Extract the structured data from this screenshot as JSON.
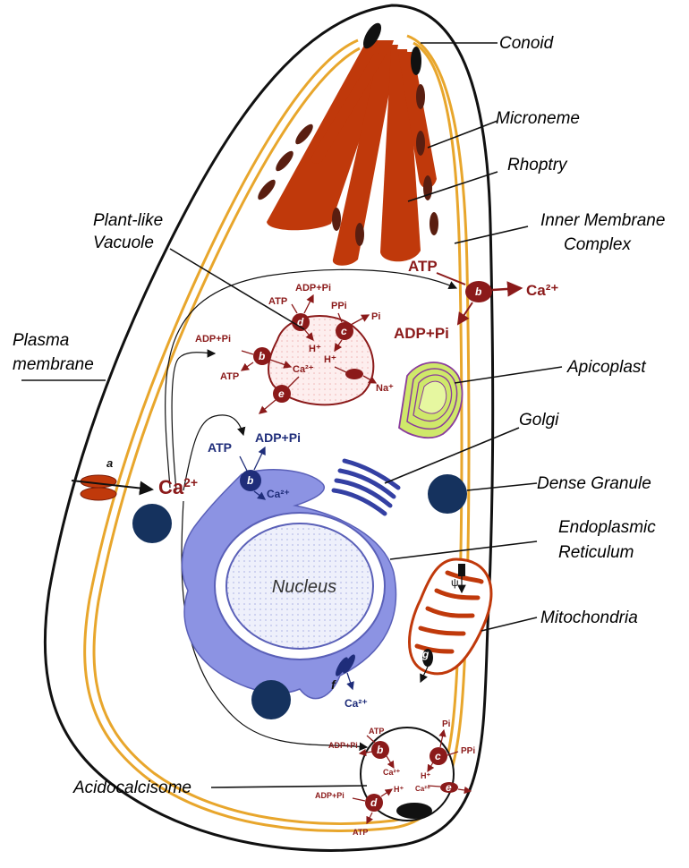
{
  "labels": {
    "conoid": "Conoid",
    "microneme": "Microneme",
    "rhoptry": "Rhoptry",
    "plant_like_1": "Plant-like",
    "plant_like_2": "Vacuole",
    "inner_membrane_1": "Inner Membrane",
    "inner_membrane_2": "Complex",
    "plasma_1": "Plasma",
    "plasma_2": "membrane",
    "apicoplast": "Apicoplast",
    "golgi": "Golgi",
    "dense_granule": "Dense Granule",
    "er_1": "Endoplasmic",
    "er_2": "Reticulum",
    "nucleus": "Nucleus",
    "mitochondria": "Mitochondria",
    "acidocalcisome": "Acidocalcisome"
  },
  "transport": {
    "atp": "ATP",
    "adp_pi": "ADP+Pi",
    "ca": "Ca",
    "ca_exp": "2+",
    "ca2": "Ca²⁺",
    "ppi": "PPi",
    "pi": "Pi",
    "h": "H⁺",
    "na": "Na⁺",
    "psi": "ψ",
    "letter_a": "a",
    "letter_b": "b",
    "letter_c": "c",
    "letter_d": "d",
    "letter_e": "e",
    "letter_f": "f",
    "letter_g": "g"
  },
  "colors": {
    "membrane": "#e8a62c",
    "rhoptry": "#c0390b",
    "microneme": "#5a1e10",
    "vacuole_red": "#8b1a1a",
    "er_blue": "#8c93e3",
    "dense_granule": "#15325e",
    "apicoplast": "#cfe86a"
  }
}
